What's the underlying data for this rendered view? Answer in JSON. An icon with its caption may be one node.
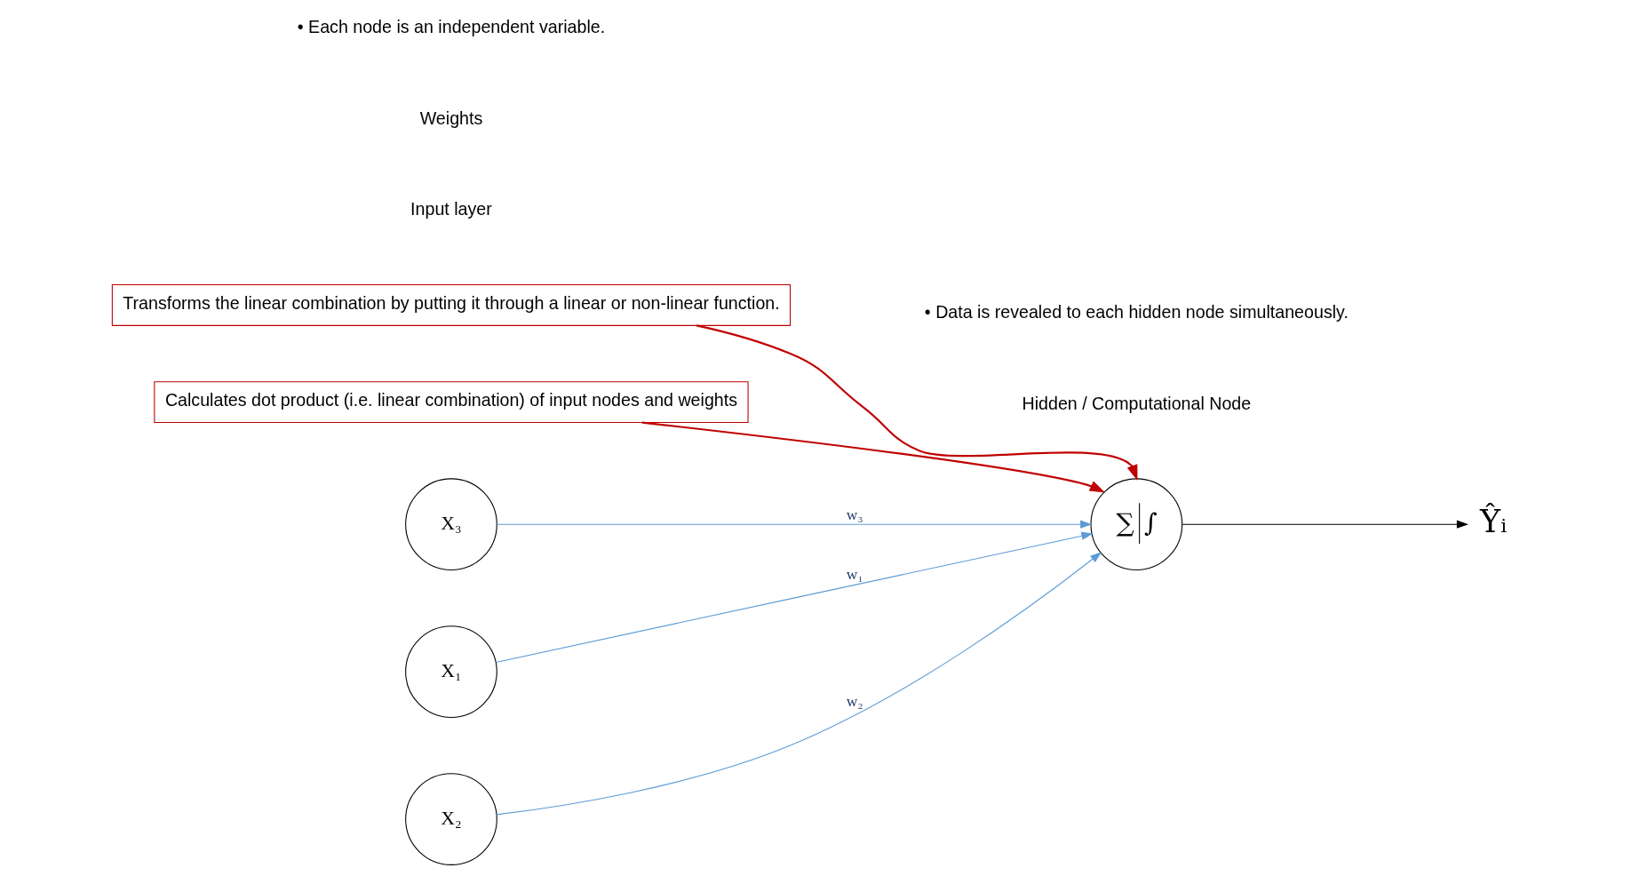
{
  "diagram": {
    "nodes": [
      {
        "text": [
          "X₁"
        ]
      },
      {
        "text": [
          "X₂"
        ]
      },
      {
        "text": [
          "X₃"
        ]
      },
      {
        "text": [
          "Calculates dot product (i.e. linear combination) of input nodes and weights"
        ]
      },
      {
        "text": [
          "Transforms the linear combination by putting it through a linear or non-linear function."
        ]
      },
      {
        "text": [
          "∑",
          "∫"
        ]
      },
      {
        "text": [
          "Ŷᵢ"
        ]
      }
    ],
    "edges": [
      {
        "from": 0,
        "to": 5,
        "arrow": "to",
        "label": "w₁"
      },
      {
        "from": 1,
        "to": 5,
        "arrow": "to",
        "label": "w₂"
      },
      {
        "from": 2,
        "to": 5,
        "arrow": "to",
        "label": "w₃"
      },
      {
        "from": 3,
        "to": 5,
        "arrow": "to",
        "color": "#c00000"
      },
      {
        "from": 4,
        "to": 5,
        "arrow": "to",
        "color": "#c00000"
      },
      {
        "from": 5,
        "to": 6,
        "arrow": "to",
        "color": "#000000"
      }
    ],
    "labels": [
      "Input layer",
      "Weights",
      "Hidden / Computational Node",
      "• Each node is an independent variable.",
      "• Data is revealed to each hidden node simultaneously."
    ]
  }
}
